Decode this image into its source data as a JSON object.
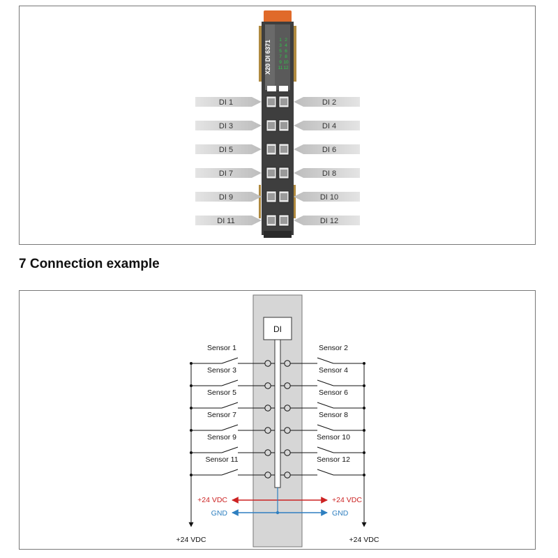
{
  "module": {
    "label": "X20 DI 6371",
    "led_numbers": [
      "1",
      "2",
      "3",
      "4",
      "5",
      "6",
      "7",
      "8",
      "9",
      "10",
      "11",
      "12"
    ]
  },
  "terminals": [
    {
      "left": "DI 1",
      "right": "DI 2"
    },
    {
      "left": "DI 3",
      "right": "DI 4"
    },
    {
      "left": "DI 5",
      "right": "DI 6"
    },
    {
      "left": "DI 7",
      "right": "DI 8"
    },
    {
      "left": "DI 9",
      "right": "DI 10"
    },
    {
      "left": "DI 11",
      "right": "DI 12"
    }
  ],
  "section_title": "7 Connection example",
  "connection": {
    "module_label": "DI",
    "sensors": [
      {
        "left": "Sensor 1",
        "right": "Sensor 2"
      },
      {
        "left": "Sensor 3",
        "right": "Sensor 4"
      },
      {
        "left": "Sensor 5",
        "right": "Sensor 6"
      },
      {
        "left": "Sensor 7",
        "right": "Sensor 8"
      },
      {
        "left": "Sensor 9",
        "right": "Sensor 10"
      },
      {
        "left": "Sensor 11",
        "right": "Sensor 12"
      }
    ],
    "supply_left": "+24 VDC",
    "supply_right": "+24 VDC",
    "gnd_left": "GND",
    "gnd_right": "GND",
    "bottom_left": "+24 VDC",
    "bottom_right": "+24 VDC"
  },
  "colors": {
    "supply": "#cc2222",
    "gnd": "#2e7fc0",
    "module_body": "#4a4a4a",
    "module_cap": "#e06a2a",
    "led": "#2ec84a",
    "terminal_box": "#d6d6d6",
    "connection_module": "#d6d6d6"
  }
}
